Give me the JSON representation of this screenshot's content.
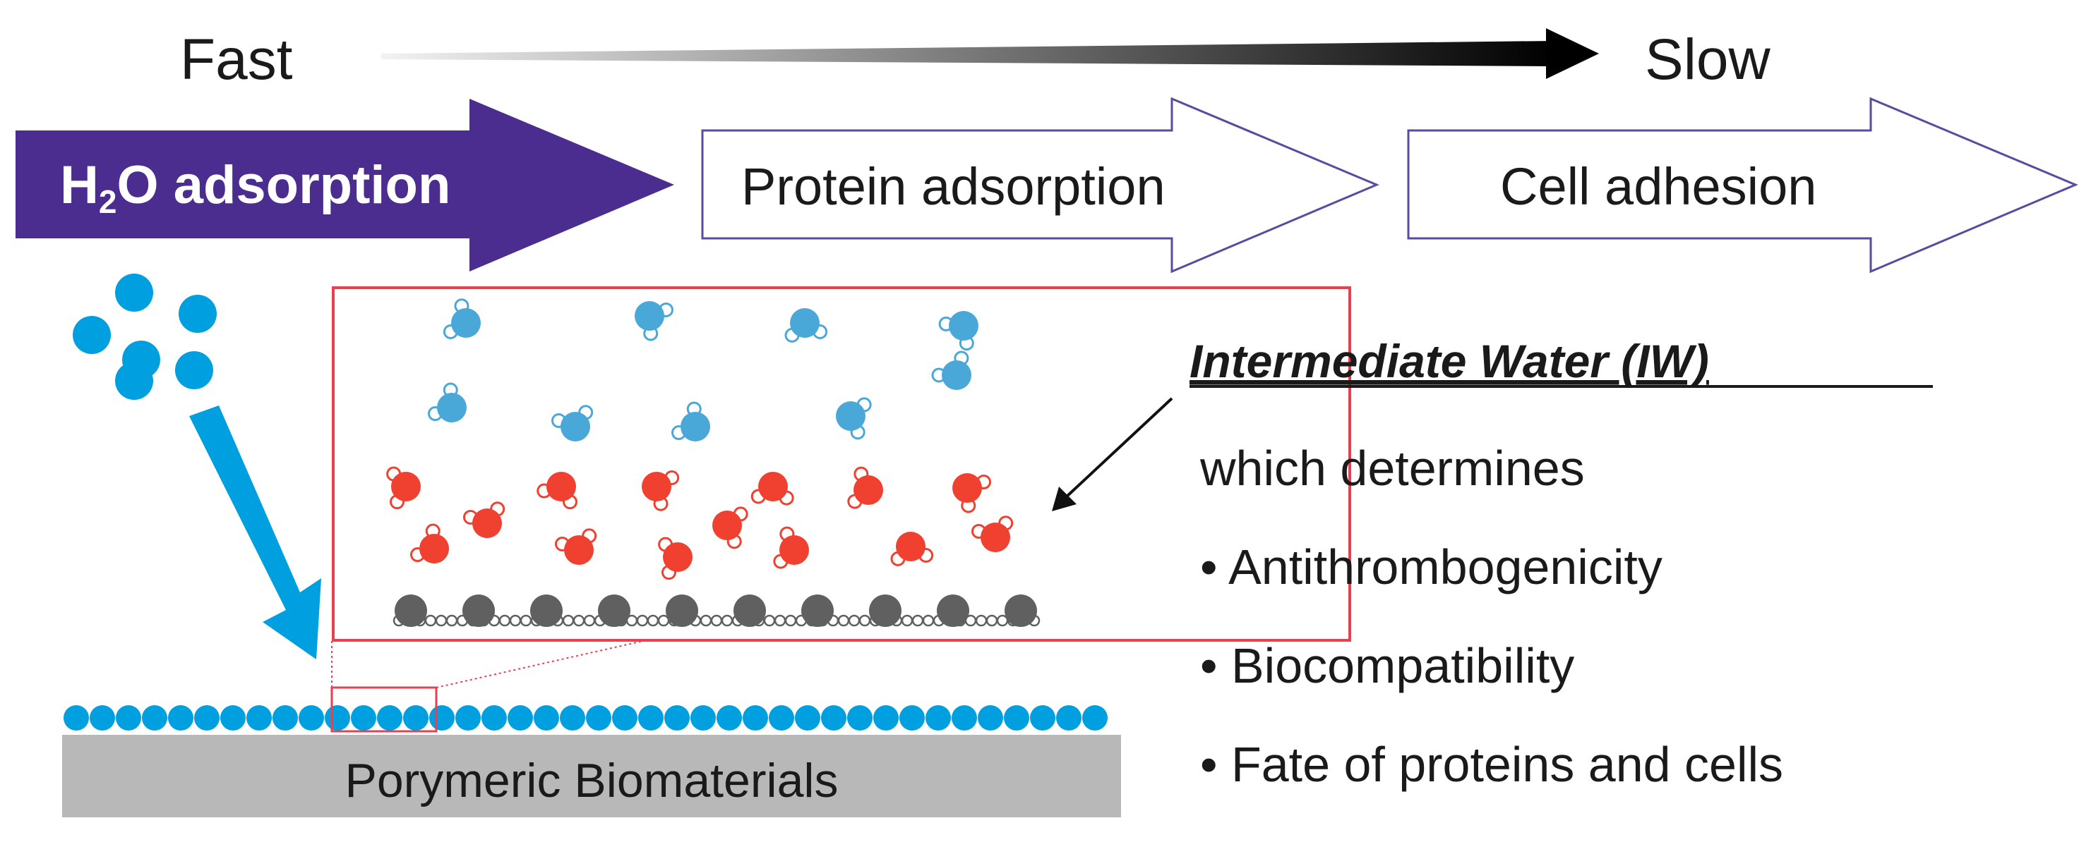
{
  "header": {
    "fast_label": "Fast",
    "slow_label": "Slow"
  },
  "steps": [
    {
      "label_main": "H",
      "label_sub": "2",
      "label_rest": "O adsorption",
      "style": "filled"
    },
    {
      "label": "Protein adsorption",
      "style": "outline"
    },
    {
      "label": "Cell adhesion",
      "style": "outline"
    }
  ],
  "surface": {
    "label": "Porymeric Biomaterials"
  },
  "panel": {
    "title": "Intermediate Water (IW)",
    "intro": "which determines",
    "bullets": [
      "• Antithrombogenicity",
      "• Biocompatibility",
      "• Fate of proteins and cells"
    ]
  },
  "colors": {
    "filled_arrow": "#4a2d8f",
    "outline_arrow": "#5a4aa0",
    "water_blue": "#00a0e0",
    "free_water": "#4aa8d8",
    "intermediate_water": "#f04030",
    "polymer_gray": "#606060",
    "surface_gray": "#b8b8b8",
    "zoom_box": "#e84050",
    "text": "#1a1a1a"
  }
}
